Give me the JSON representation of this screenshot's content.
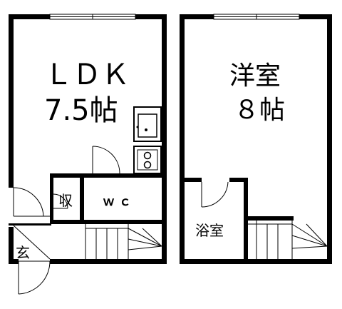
{
  "rooms": {
    "ldk": {
      "name": "ＬＤＫ",
      "size": "7.5帖"
    },
    "western": {
      "name": "洋室",
      "size": "８帖"
    },
    "storage": {
      "name": "収"
    },
    "wc": {
      "name": "ｗｃ"
    },
    "bath": {
      "name": "浴室"
    },
    "entrance": {
      "name": "玄"
    }
  }
}
